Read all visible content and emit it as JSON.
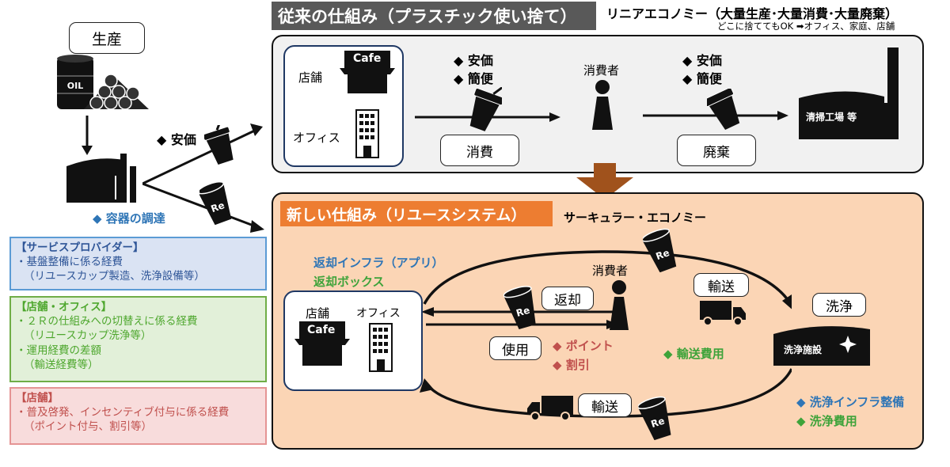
{
  "left": {
    "production": "生産",
    "oil_label": "OIL",
    "cheap": "◆ 安価",
    "container_procurement": "◆ 容器の調達"
  },
  "info_boxes": {
    "service_provider": {
      "title": "【サービスプロバイダー】",
      "items": [
        "・基盤整備に係る経費",
        "（リユースカップ製造、洗浄設備等）"
      ]
    },
    "store_office": {
      "title": "【店舗・オフィス】",
      "items": [
        "・２Ｒの仕組みへの切替えに係る経費",
        "（リユースカップ洗浄等）",
        "・運用経費の差額",
        "（輸送経費等）"
      ]
    },
    "store": {
      "title": "【店舗】",
      "items": [
        "・普及啓発、インセンティブ付与に係る経費",
        "（ポイント付与、割引等）"
      ]
    }
  },
  "old_system": {
    "header": "従来の仕組み（プラスチック使い捨て）",
    "subtitle": "リニアエコノミー（大量生産･大量消費･大量廃棄）",
    "note": "どこに捨ててもOK ➡オフィス、家庭、店舗",
    "store": "店舗",
    "cafe": "Cafe",
    "office": "オフィス",
    "cheap": "◆ 安価",
    "convenient": "◆ 簡便",
    "consumption": "消費",
    "consumer": "消費者",
    "cheap2": "◆ 安価",
    "convenient2": "◆ 簡便",
    "disposal": "廃棄",
    "cleaning_plant": "清掃工場 等"
  },
  "new_system": {
    "header": "新しい仕組み（リユースシステム）",
    "subtitle": "サーキュラー・エコノミー",
    "return_infra": "返却インフラ（アプリ）",
    "return_box": "返却ボックス",
    "store": "店舗",
    "cafe": "Cafe",
    "office": "オフィス",
    "consumer": "消費者",
    "return": "返却",
    "use": "使用",
    "point": "◆ ポイント",
    "discount": "◆ 割引",
    "transport_top": "輸送",
    "transport_cost": "◆ 輸送費用",
    "wash": "洗浄",
    "wash_facility": "洗浄施設",
    "wash_infra": "◆ 洗浄インフラ整備",
    "wash_cost": "◆ 洗浄費用",
    "transport_bottom": "輸送",
    "cup_label": "Re"
  },
  "colors": {
    "header_old": "#595959",
    "header_new": "#ed7d31",
    "panel_new": "#fbd5b5",
    "blue_text": "#2e75b6",
    "green_text": "#3ea33a",
    "red_text": "#c0504d",
    "arrow_brown": "#a0521c"
  }
}
